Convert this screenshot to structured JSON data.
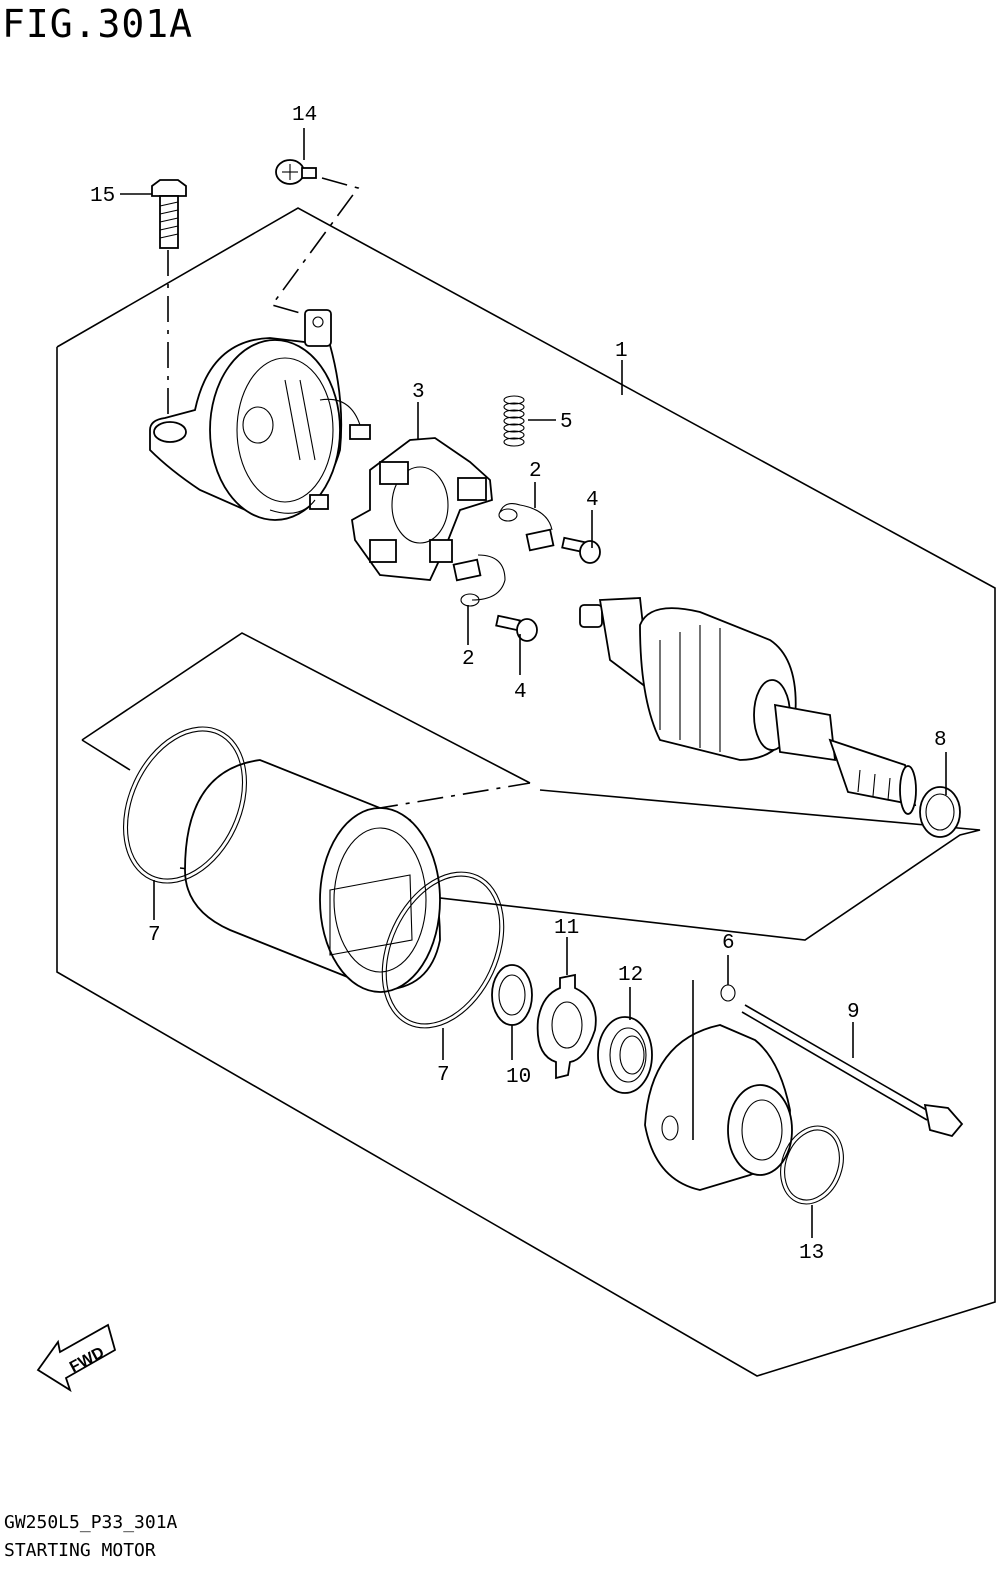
{
  "figure": {
    "title": "FIG.301A"
  },
  "footer": {
    "code": "GW250L5_P33_301A",
    "name": "STARTING MOTOR"
  },
  "fwd_label": "FWD",
  "callouts": [
    {
      "id": "c1",
      "text": "1"
    },
    {
      "id": "c2a",
      "text": "2"
    },
    {
      "id": "c2b",
      "text": "2"
    },
    {
      "id": "c3",
      "text": "3"
    },
    {
      "id": "c4a",
      "text": "4"
    },
    {
      "id": "c4b",
      "text": "4"
    },
    {
      "id": "c5",
      "text": "5"
    },
    {
      "id": "c6",
      "text": "6"
    },
    {
      "id": "c7a",
      "text": "7"
    },
    {
      "id": "c7b",
      "text": "7"
    },
    {
      "id": "c8",
      "text": "8"
    },
    {
      "id": "c9",
      "text": "9"
    },
    {
      "id": "c10",
      "text": "10"
    },
    {
      "id": "c11",
      "text": "11"
    },
    {
      "id": "c12",
      "text": "12"
    },
    {
      "id": "c13",
      "text": "13"
    },
    {
      "id": "c14",
      "text": "14"
    },
    {
      "id": "c15",
      "text": "15"
    }
  ]
}
